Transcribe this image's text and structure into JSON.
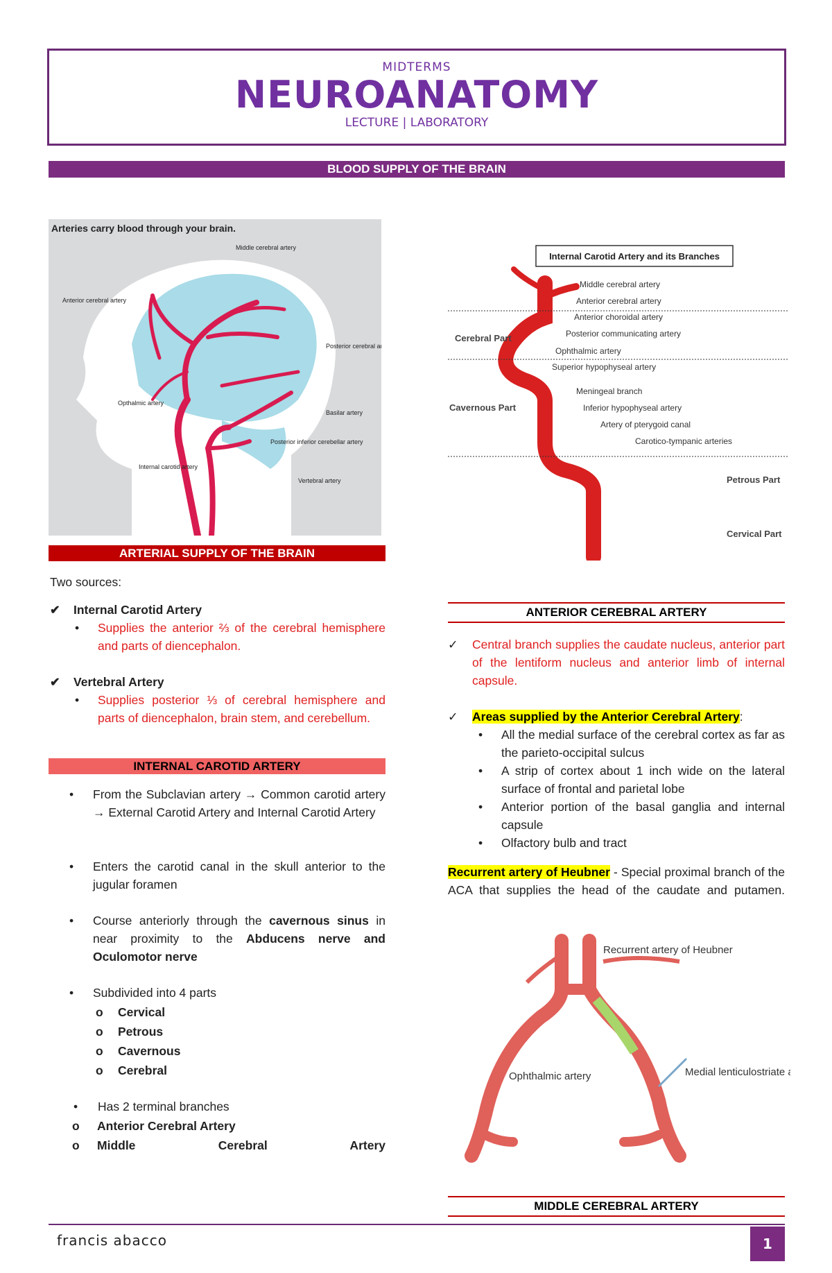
{
  "header": {
    "top_label": "MIDTERMS",
    "title": "NEUROANATOMY",
    "subtitle": "LECTURE | LABORATORY"
  },
  "section_bar": "BLOOD SUPPLY OF THE BRAIN",
  "figure1": {
    "caption": "Arteries carry blood through your brain.",
    "labels": [
      "Middle cerebral artery",
      "Anterior cerebral artery",
      "Posterior cerebral artery",
      "Opthalmic artery",
      "Basilar artery",
      "Posterior inferior cerebellar artery",
      "Internal carotid artery",
      "Vertebral artery"
    ]
  },
  "figure2": {
    "title": "Internal Carotid Artery and its Branches",
    "parts": [
      "Cerebral Part",
      "Cavernous Part",
      "Petrous Part",
      "Cervical Part"
    ],
    "branches": [
      "Middle cerebral artery",
      "Anterior cerebral artery",
      "Anterior choroidal artery",
      "Posterior communicating artery",
      "Ophthalmic artery",
      "Superior hypophyseal artery",
      "Meningeal branch",
      "Inferior hypophyseal artery",
      "Artery of pterygoid canal",
      "Carotico-tympanic arteries"
    ]
  },
  "arterial": {
    "heading": "ARTERIAL SUPPLY OF THE BRAIN",
    "intro": "Two sources:",
    "items": [
      {
        "title": "Internal Carotid Artery",
        "desc": "Supplies the anterior ⅔ of the cerebral hemisphere and parts of diencephalon."
      },
      {
        "title": "Vertebral Artery",
        "desc": "Supplies posterior ⅓ of cerebral hemisphere and parts of diencephalon, brain stem, and cerebellum."
      }
    ]
  },
  "ica": {
    "heading": "INTERNAL CAROTID ARTERY",
    "b1": "From the Subclavian artery → Common carotid artery → External Carotid Artery and Internal Carotid Artery",
    "b2": "Enters the carotid canal in the skull anterior to the jugular foramen",
    "b3_pre": "Course anteriorly through the ",
    "b3_bold1": "cavernous sinus",
    "b3_mid": " in near proximity to the ",
    "b3_bold2": "Abducens nerve and Oculomotor nerve",
    "b4": "Subdivided into 4 parts",
    "parts": [
      "Cervical",
      "Petrous",
      "Cavernous",
      "Cerebral"
    ],
    "b5": "Has 2 terminal branches",
    "terminal": [
      "Anterior Cerebral Artery",
      "Middle Cerebral Artery"
    ]
  },
  "aca": {
    "heading": "ANTERIOR CEREBRAL ARTERY",
    "central": "Central branch supplies the caudate nucleus, anterior part of the lentiform nucleus and anterior limb of internal capsule.",
    "areas_title": "Areas supplied by the Anterior Cerebral Artery",
    "areas_colon": ":",
    "areas": [
      "All the medial surface of the cerebral cortex as far as the parieto-occipital sulcus",
      "A strip of cortex about 1 inch wide on the lateral surface of frontal and parietal lobe",
      "Anterior portion of the basal ganglia and internal capsule",
      "Olfactory bulb and tract"
    ],
    "heubner_title": "Recurrent artery of Heubner",
    "heubner_desc": " - Special proximal branch of the ACA that supplies the head of the caudate and putamen."
  },
  "figure3": {
    "labels": [
      "Recurrent artery of Heubner",
      "Ophthalmic artery",
      "Medial lenticulostriate arteries"
    ]
  },
  "mca_heading": "MIDDLE CEREBRAL ARTERY",
  "footer": {
    "name": "francis abacco",
    "page": "1"
  },
  "colors": {
    "purple": "#7030a0",
    "bar": "#7b2c80",
    "red": "#c00000",
    "artery": "#d81b50"
  }
}
